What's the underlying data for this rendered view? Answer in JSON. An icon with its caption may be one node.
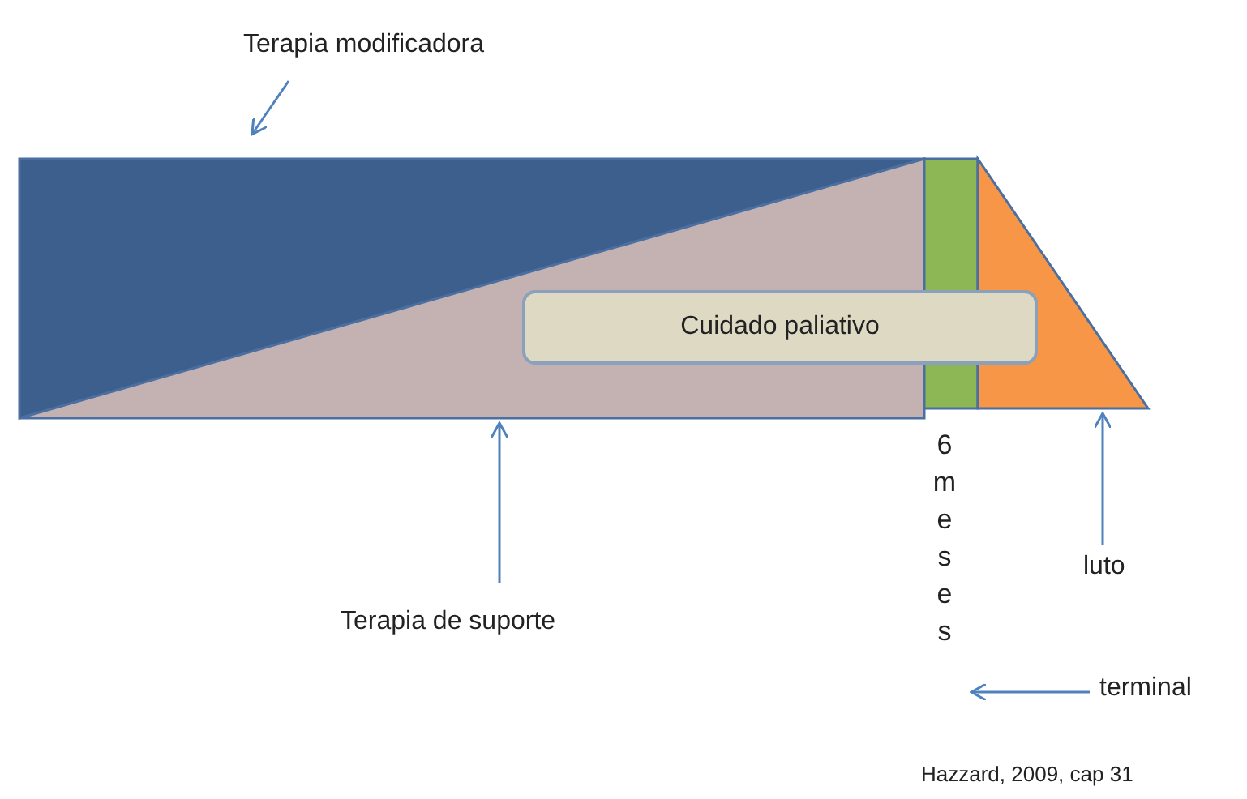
{
  "diagram": {
    "nodes": [
      {
        "text": [
          "Terapia modificadora"
        ]
      },
      {
        "text": [],
        "shape": "triangle"
      },
      {
        "text": [],
        "shape": "triangle"
      },
      {
        "text": [
          "Cuidado paliativo"
        ]
      },
      {
        "text": [],
        "shape": "bar"
      },
      {
        "text": [],
        "shape": "triangle"
      },
      {
        "text": [
          "Terapia de suporte"
        ]
      },
      {
        "text": [
          "6 meses"
        ]
      },
      {
        "text": [
          "luto"
        ]
      },
      {
        "text": [
          "terminal"
        ]
      }
    ],
    "edges": [
      {
        "from": 0,
        "to": 1,
        "arrow": "to"
      },
      {
        "from": 6,
        "to": 2,
        "arrow": "to"
      },
      {
        "from": 8,
        "to": 5,
        "arrow": "to"
      },
      {
        "from": 9,
        "to": 7,
        "arrow": "to"
      }
    ],
    "labels": [
      "Hazzard, 2009, cap 31"
    ]
  }
}
